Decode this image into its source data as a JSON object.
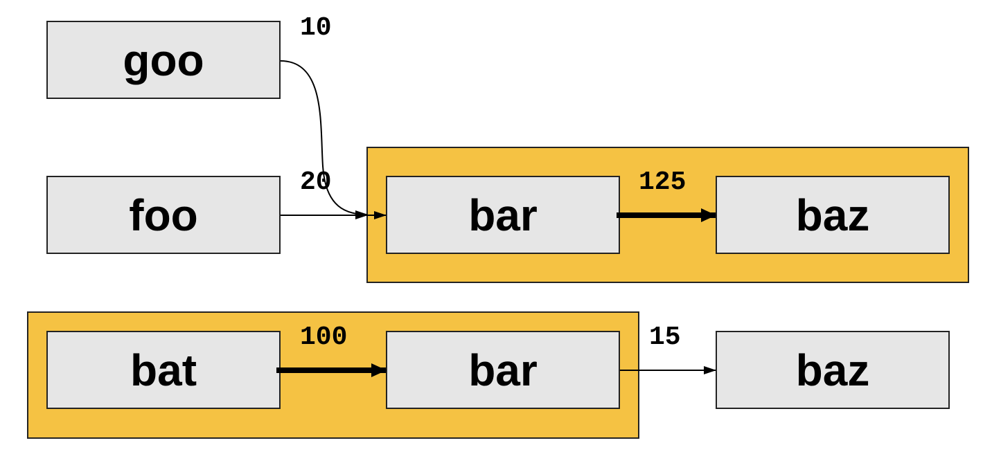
{
  "colors": {
    "group_fill": "#F5C243",
    "node_fill": "#E6E6E6",
    "line": "#000000"
  },
  "nodes": {
    "goo": "goo",
    "foo": "foo",
    "bar_top": "bar",
    "baz_top": "baz",
    "bat": "bat",
    "bar_bottom": "bar",
    "baz_bottom": "baz"
  },
  "edges": {
    "goo_to_bar": {
      "from": "goo",
      "to": "bar",
      "label": "10",
      "weight": "thin"
    },
    "foo_to_bar": {
      "from": "foo",
      "to": "bar",
      "label": "20",
      "weight": "thin"
    },
    "bar_to_baz_top": {
      "from": "bar",
      "to": "baz",
      "label": "125",
      "weight": "thick"
    },
    "bat_to_bar": {
      "from": "bat",
      "to": "bar",
      "label": "100",
      "weight": "thick"
    },
    "bar_to_baz_bottom": {
      "from": "bar",
      "to": "baz",
      "label": "15",
      "weight": "thin"
    }
  }
}
